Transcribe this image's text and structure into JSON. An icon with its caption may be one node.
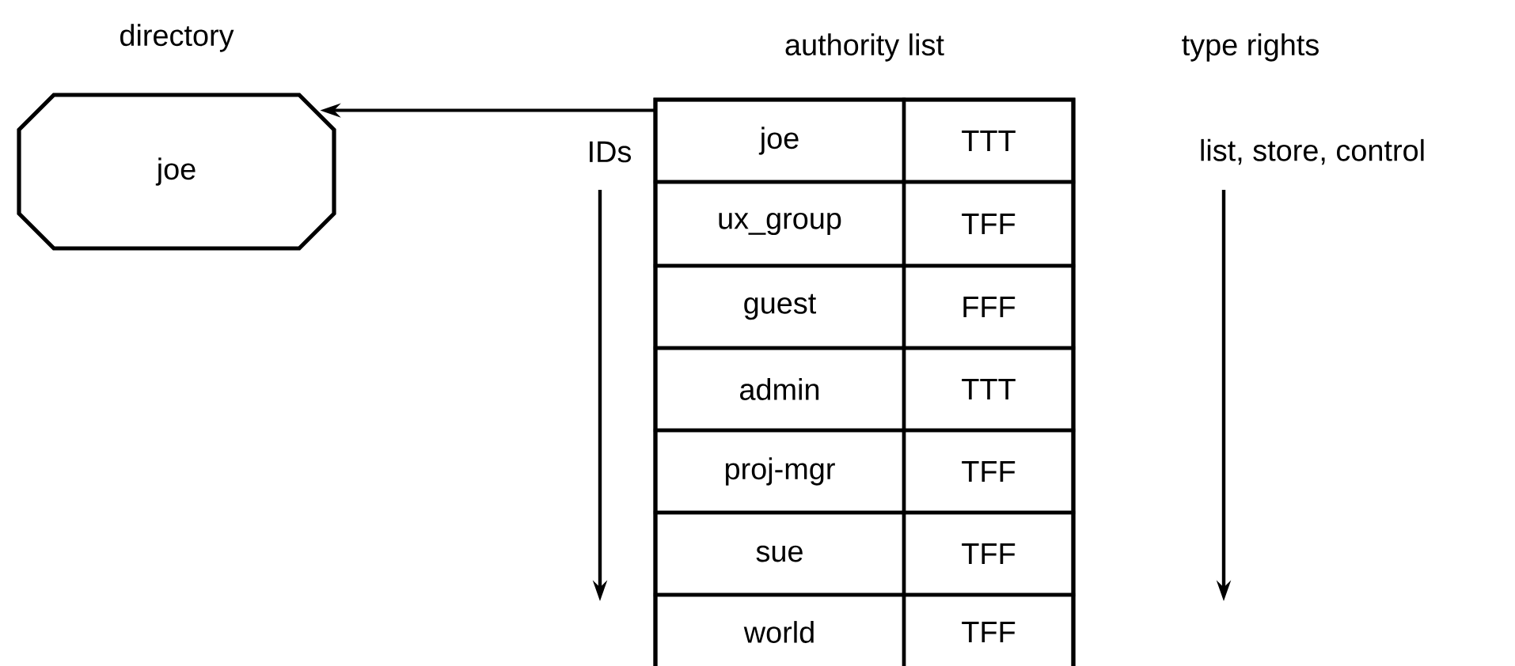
{
  "diagram": {
    "nodes": [
      {
        "text": [
          "directory",
          "joe"
        ]
      },
      {
        "text": [
          "authority list"
        ]
      },
      {
        "text": [
          "joe"
        ],
        "in": 1
      },
      {
        "text": [
          "TTT"
        ],
        "in": 1
      },
      {
        "text": [
          "ux_group"
        ],
        "in": 1
      },
      {
        "text": [
          "TFF"
        ],
        "in": 1
      },
      {
        "text": [
          "guest"
        ],
        "in": 1
      },
      {
        "text": [
          "FFF"
        ],
        "in": 1
      },
      {
        "text": [
          "admin"
        ],
        "in": 1
      },
      {
        "text": [
          "TTT"
        ],
        "in": 1
      },
      {
        "text": [
          "proj-mgr"
        ],
        "in": 1
      },
      {
        "text": [
          "TFF"
        ],
        "in": 1
      },
      {
        "text": [
          "sue"
        ],
        "in": 1
      },
      {
        "text": [
          "TFF"
        ],
        "in": 1
      },
      {
        "text": [
          "world"
        ],
        "in": 1
      },
      {
        "text": [
          "TFF"
        ],
        "in": 1
      }
    ],
    "edges": [
      {
        "from": 1,
        "to": 0,
        "arrow": "to"
      }
    ],
    "labels": [
      "type rights",
      "IDs",
      "list, store, control"
    ]
  }
}
